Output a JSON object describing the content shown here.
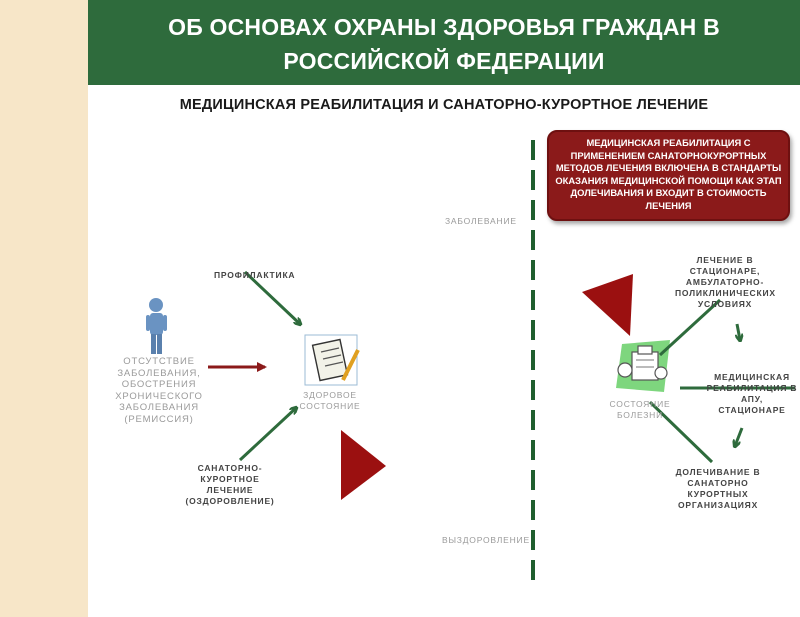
{
  "title": "ОБ ОСНОВАХ ОХРАНЫ ЗДОРОВЬЯ ГРАЖДАН В РОССИЙСКОЙ ФЕДЕРАЦИИ",
  "subtitle": "МЕДИЦИНСКАЯ РЕАБИЛИТАЦИЯ И САНАТОРНО-КУРОРТНОЕ ЛЕЧЕНИЕ",
  "callout": "МЕДИЦИНСКАЯ РЕАБИЛИТАЦИЯ С ПРИМЕНЕНИЕМ САНАТОРНОКУРОРТНЫХ МЕТОДОВ ЛЕЧЕНИЯ ВКЛЮЧЕНА В СТАНДАРТЫ ОКАЗАНИЯ МЕДИЦИНСКОЙ ПОМОЩИ КАК ЭТАП ДОЛЕЧИВАНИЯ И ВХОДИТ В СТОИМОСТЬ ЛЕЧЕНИЯ",
  "labels": {
    "disease": "ЗАБОЛЕВАНИЕ",
    "recovery": "ВЫЗДОРОВЛЕНИЕ",
    "prevention": "ПРОФИЛАКТИКА",
    "no_disease": "ОТСУТСТВИЕ ЗАБОЛЕВАНИЯ, ОБОСТРЕНИЯ ХРОНИЧЕСКОГО ЗАБОЛЕВАНИЯ (РЕМИССИЯ)",
    "health_state": "ЗДОРОВОЕ СОСТОЯНИЕ",
    "sanatorium_treatment": "САНАТОРНО-КУРОРТНОЕ ЛЕЧЕНИЕ (ОЗДОРОВЛЕНИЕ)",
    "illness_state": "СОСТОЯНИЕ БОЛЕЗНИ",
    "hospital_treatment": "ЛЕЧЕНИЕ В СТАЦИОНАРЕ, АМБУЛАТОРНО-ПОЛИКЛИНИЧЕСКИХ УСЛОВИЯХ",
    "medical_rehab": "МЕДИЦИНСКАЯ РЕАБИЛИТАЦИЯ В АПУ, СТАЦИОНАРЕ",
    "aftercare": "ДОЛЕЧИВАНИЕ В САНАТОРНО КУРОРТНЫХ ОРГАНИЗАЦИЯХ"
  },
  "colors": {
    "header_green": "#2e6b3c",
    "callout_red": "#8b1a1a",
    "side_strip": "#f7e6c8",
    "arrow_green": "#2e6b3c",
    "arrow_red": "#8b1a1a"
  }
}
